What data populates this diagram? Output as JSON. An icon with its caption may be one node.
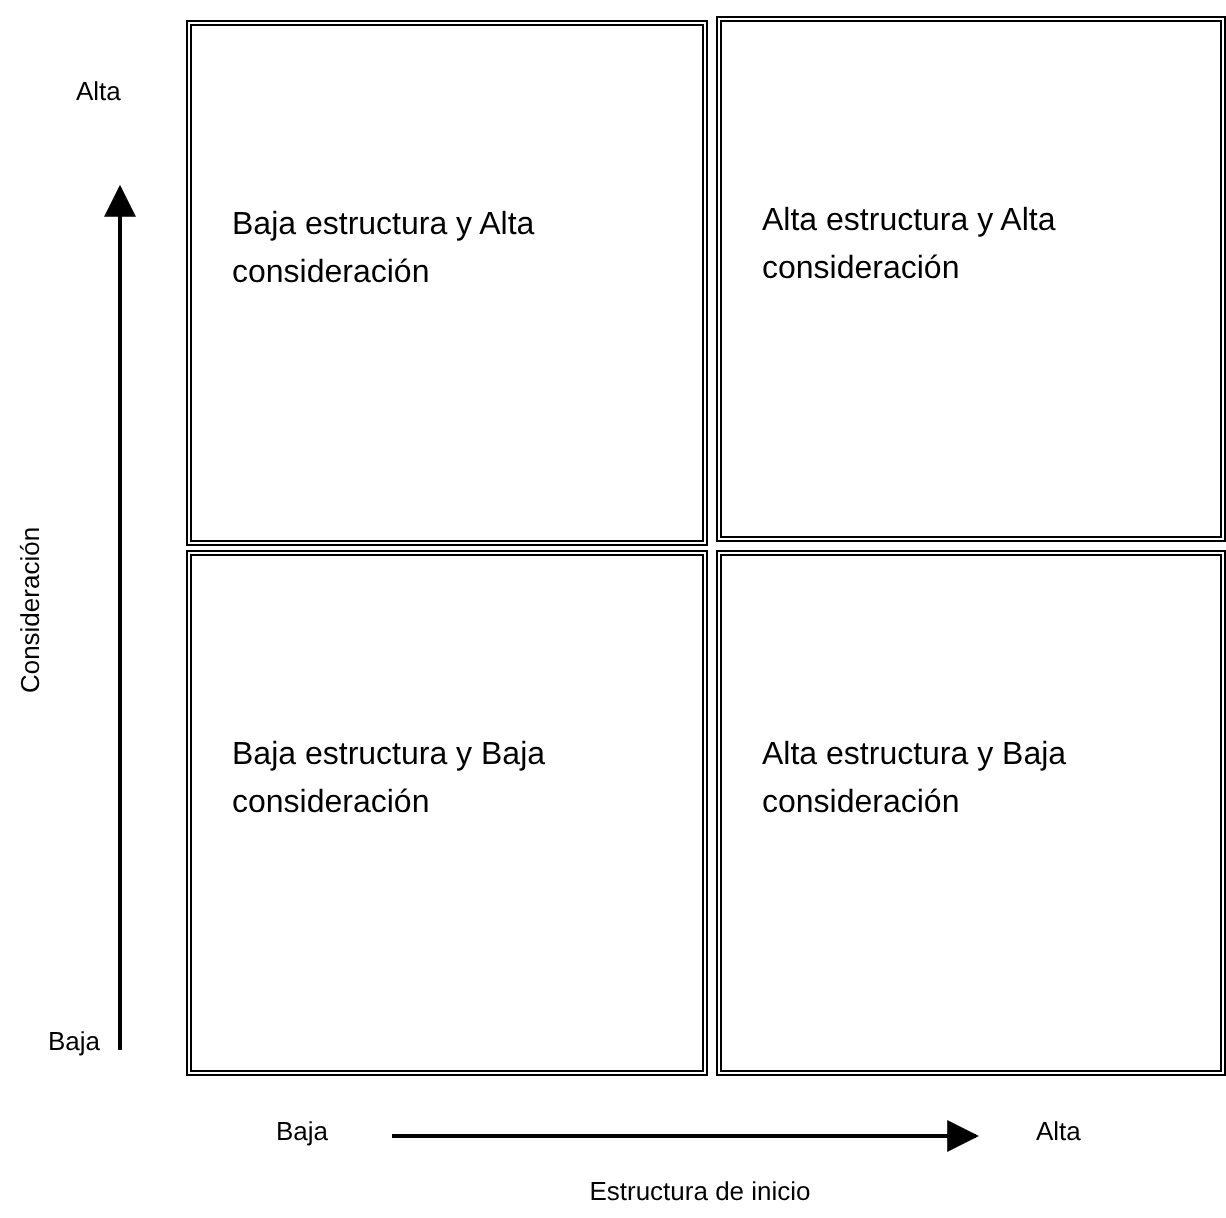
{
  "diagram": {
    "nodes": [
      {
        "text": [
          "Baja estructura y Alta consideración"
        ]
      },
      {
        "text": [
          "Alta estructura y Alta consideración"
        ]
      },
      {
        "text": [
          "Baja estructura y Baja consideración"
        ]
      },
      {
        "text": [
          "Alta estructura y Baja consideración"
        ]
      }
    ],
    "labels": [
      "Alta",
      "Consideración",
      "Baja",
      "Baja",
      "Alta",
      "Estructura de inicio"
    ]
  }
}
